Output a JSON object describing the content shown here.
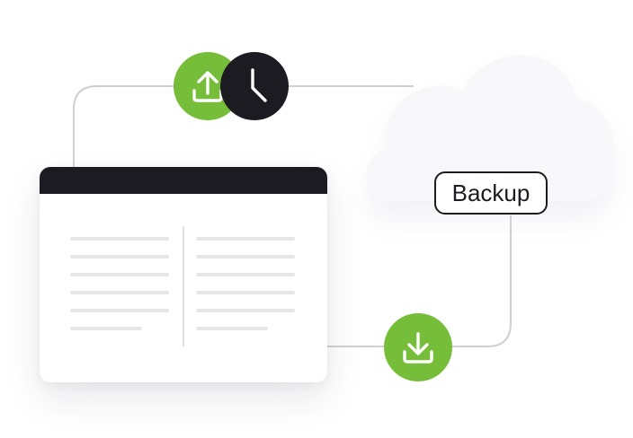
{
  "diagram": {
    "nodes": [
      {
        "id": "document-window",
        "kind": "window",
        "columns": 2
      },
      {
        "id": "cloud",
        "kind": "cloud"
      },
      {
        "id": "backup-label",
        "kind": "label",
        "text": "Backup"
      }
    ],
    "badges": [
      {
        "id": "upload",
        "icon": "upload-icon",
        "color": "#76bd3a"
      },
      {
        "id": "schedule",
        "icon": "clock-icon",
        "color": "#1c1b21"
      },
      {
        "id": "download",
        "icon": "download-icon",
        "color": "#76bd3a"
      }
    ],
    "edges": [
      {
        "from": "document-window",
        "to": "cloud",
        "via": [
          "upload",
          "schedule"
        ]
      },
      {
        "from": "backup-label",
        "to": "document-window",
        "via": [
          "download"
        ]
      }
    ]
  },
  "colors": {
    "accent": "#76bd3a",
    "dark": "#1c1b21",
    "connector": "#cfcfd4",
    "cloud": "#f6f6f8"
  }
}
